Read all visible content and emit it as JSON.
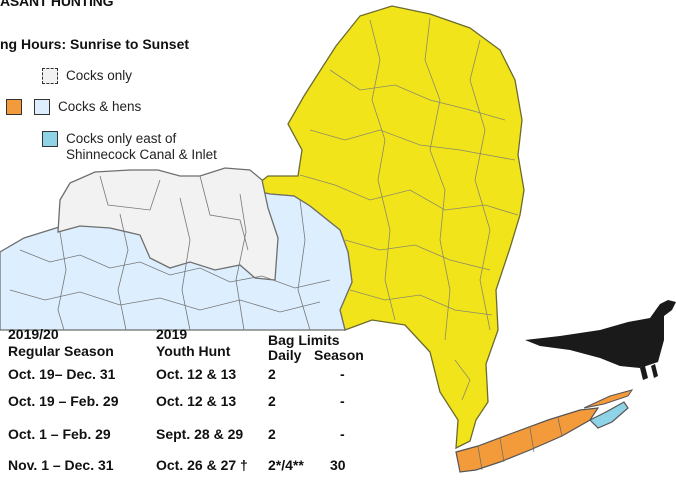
{
  "title": "ASANT HUNTING",
  "hours": "ng Hours: Sunrise to Sunset",
  "legend": [
    {
      "label": "Cocks only",
      "swatches": [
        "#f2f2f2"
      ]
    },
    {
      "label": "Cocks & hens",
      "swatches": [
        "#f39a3b",
        "#ddefff"
      ]
    },
    {
      "label": "Cocks only east of\nShinnecock Canal & Inlet",
      "swatches": [
        "#8fd3e6"
      ]
    }
  ],
  "table": {
    "headers": {
      "regular_year": "2019/20",
      "regular_label": "Regular Season",
      "youth_year": "2019",
      "youth_label": "Youth Hunt",
      "bag": "Bag Limits",
      "daily": "Daily",
      "season": "Season"
    },
    "rows": [
      {
        "regular": "Oct. 19– Dec. 31",
        "youth": "Oct. 12 & 13",
        "daily": "2",
        "season": "-"
      },
      {
        "regular": "Oct. 19 – Feb. 29",
        "youth": "Oct. 12 & 13",
        "daily": "2",
        "season": "-"
      },
      {
        "regular": "Oct. 1 – Feb. 29",
        "youth": "Sept. 28 & 29",
        "daily": "2",
        "season": "-"
      },
      {
        "regular": "Nov. 1 – Dec. 31",
        "youth": "Oct. 26 & 27 †",
        "daily": "2*/4**",
        "season": "30"
      }
    ]
  },
  "colors": {
    "cocks_only": "#f2f2f2",
    "cocks_and_hens_orange": "#f39a3b",
    "cocks_and_hens_blue": "#ddefff",
    "east_shinnecock": "#8fd3e6",
    "upstate_yellow": "#f2e41a",
    "boundary": "#7a7a7a"
  },
  "icons": [
    "pheasant-silhouette-icon"
  ]
}
